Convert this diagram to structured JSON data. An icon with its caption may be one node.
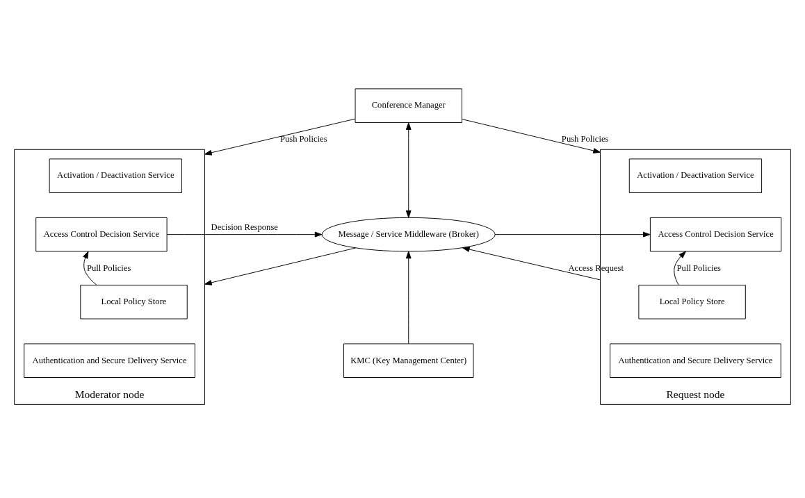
{
  "diagram": {
    "nodes": [
      {
        "text": [
          "Moderator node"
        ]
      },
      {
        "text": [
          "Activation / Deactivation Service"
        ],
        "in": 0
      },
      {
        "text": [
          "Access Control Decision Service"
        ],
        "in": 0
      },
      {
        "text": [
          "Local Policy Store"
        ],
        "in": 0
      },
      {
        "text": [
          "Authentication and Secure Delivery Service"
        ],
        "in": 0
      },
      {
        "text": [
          "Conference Manager"
        ]
      },
      {
        "text": [
          "Message / Service Middleware (Broker)"
        ]
      },
      {
        "text": [
          "KMC (Key Management Center)"
        ]
      },
      {
        "text": [
          "Request node"
        ]
      },
      {
        "text": [
          "Activation / Deactivation Service"
        ],
        "in": 8
      },
      {
        "text": [
          "Access Control Decision Service"
        ],
        "in": 8
      },
      {
        "text": [
          "Local Policy Store"
        ],
        "in": 8
      },
      {
        "text": [
          "Authentication and Secure Delivery Service"
        ],
        "in": 8
      }
    ],
    "edges": [
      {
        "from": 5,
        "to": 0,
        "arrow": "to",
        "label": "Push Policies"
      },
      {
        "from": 5,
        "to": 8,
        "arrow": "to",
        "label": "Push Policies"
      },
      {
        "from": 5,
        "to": 6,
        "arrow": "both"
      },
      {
        "from": 2,
        "to": 6,
        "arrow": "to",
        "label": "Decision Response"
      },
      {
        "from": 6,
        "to": 0,
        "arrow": "to"
      },
      {
        "from": 6,
        "to": 10,
        "arrow": "to"
      },
      {
        "from": 8,
        "to": 6,
        "arrow": "to",
        "label": "Access Request"
      },
      {
        "from": 3,
        "to": 2,
        "arrow": "to",
        "label": "Pull Policies"
      },
      {
        "from": 11,
        "to": 10,
        "arrow": "to",
        "label": "Pull Policies"
      },
      {
        "from": 7,
        "to": 6,
        "arrow": "to"
      }
    ]
  }
}
